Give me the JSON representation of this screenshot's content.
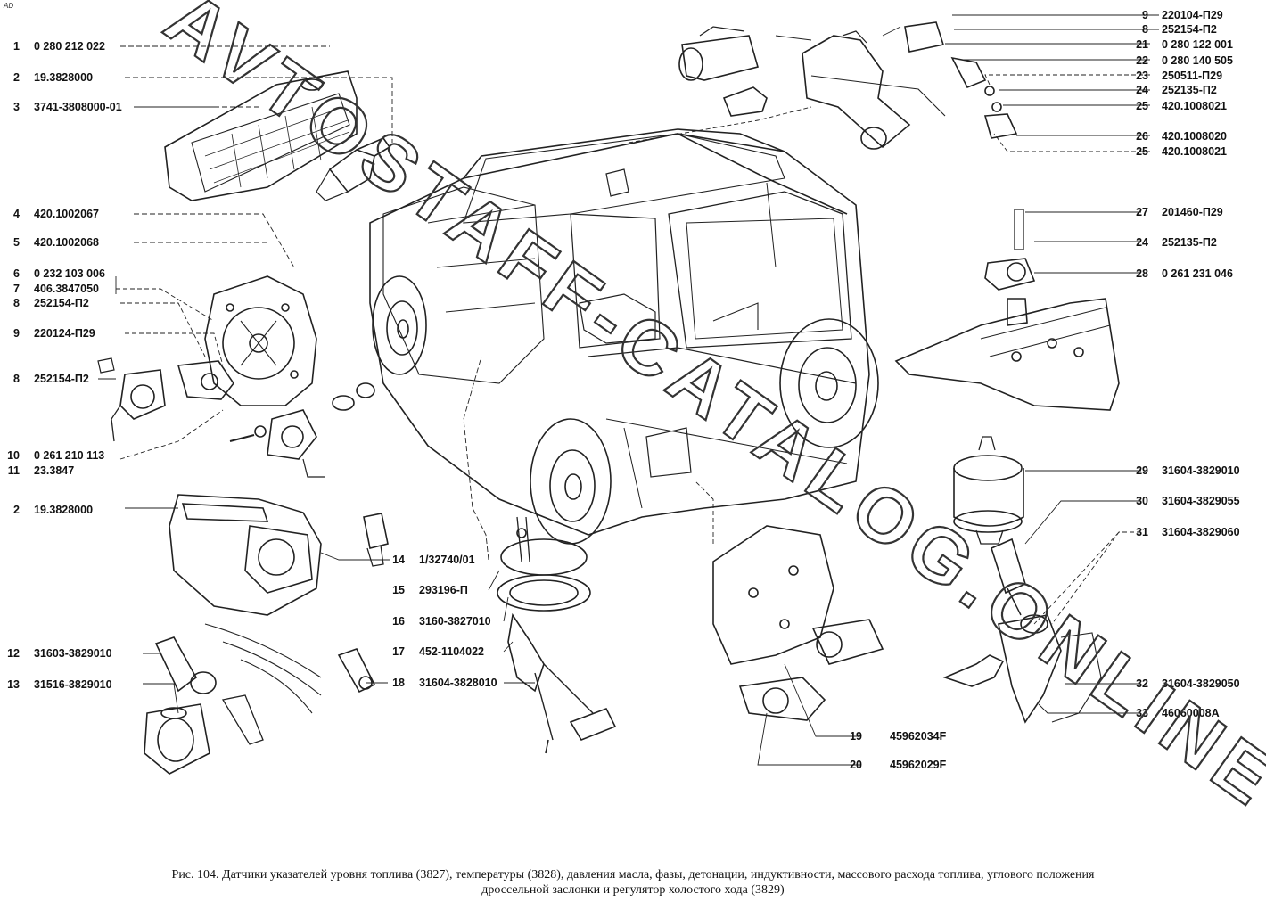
{
  "corner_mark": "AD",
  "watermark": "AVTOSTAFF-CATALOG.ONLINE",
  "caption": {
    "line1": "Рис. 104. Датчики указателей уровня топлива (3827), температуры (3828), давления масла, фазы, детонации, индуктивности, массового расхода топлива, углового положения",
    "line2": "дроссельной заслонки и регулятор холостого хода (3829)"
  },
  "left_labels": [
    {
      "num": "1",
      "part": "0 280 212 022"
    },
    {
      "num": "2",
      "part": "19.3828000"
    },
    {
      "num": "3",
      "part": "3741-3808000-01"
    },
    {
      "num": "4",
      "part": "420.1002067"
    },
    {
      "num": "5",
      "part": "420.1002068"
    },
    {
      "num": "6",
      "part": "0 232 103 006"
    },
    {
      "num": "7",
      "part": "406.3847050"
    },
    {
      "num": "8",
      "part": "252154-П2"
    },
    {
      "num": "9",
      "part": "220124-П29"
    },
    {
      "num": "8",
      "part": "252154-П2"
    },
    {
      "num": "10",
      "part": "0 261 210 113"
    },
    {
      "num": "11",
      "part": "23.3847"
    },
    {
      "num": "2",
      "part": "19.3828000"
    },
    {
      "num": "12",
      "part": "31603-3829010"
    },
    {
      "num": "13",
      "part": "31516-3829010"
    }
  ],
  "center_labels": [
    {
      "num": "14",
      "part": "1/32740/01"
    },
    {
      "num": "15",
      "part": "293196-П"
    },
    {
      "num": "16",
      "part": "3160-3827010"
    },
    {
      "num": "17",
      "part": "452-1104022"
    },
    {
      "num": "18",
      "part": "31604-3828010"
    },
    {
      "num": "19",
      "part": "45962034F"
    },
    {
      "num": "20",
      "part": "45962029F"
    }
  ],
  "right_labels": [
    {
      "num": "9",
      "part": "220104-П29"
    },
    {
      "num": "8",
      "part": "252154-П2"
    },
    {
      "num": "21",
      "part": "0 280 122 001"
    },
    {
      "num": "22",
      "part": "0 280 140 505"
    },
    {
      "num": "23",
      "part": "250511-П29"
    },
    {
      "num": "24",
      "part": "252135-П2"
    },
    {
      "num": "25",
      "part": "420.1008021"
    },
    {
      "num": "26",
      "part": "420.1008020"
    },
    {
      "num": "25",
      "part": "420.1008021"
    },
    {
      "num": "27",
      "part": "201460-П29"
    },
    {
      "num": "24",
      "part": "252135-П2"
    },
    {
      "num": "28",
      "part": "0 261 231 046"
    },
    {
      "num": "29",
      "part": "31604-3829010"
    },
    {
      "num": "30",
      "part": "31604-3829055"
    },
    {
      "num": "31",
      "part": "31604-3829060"
    },
    {
      "num": "32",
      "part": "31604-3829050"
    },
    {
      "num": "33",
      "part": "46060008A"
    }
  ]
}
